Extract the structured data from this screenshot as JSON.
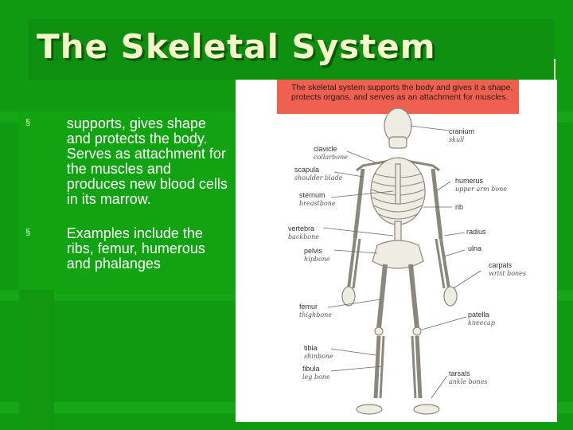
{
  "slide": {
    "title": "The Skeletal System",
    "bullets": [
      {
        "marker": "§",
        "text": "supports, gives shape and protects the body. Serves as attachment for the muscles and produces new blood cells in its marrow."
      },
      {
        "marker": "§",
        "text": "Examples include the ribs, femur, humerous and phalanges"
      }
    ]
  },
  "figure": {
    "caption": "The skeletal system supports the body and gives it a shape, protects organs, and serves as an attachment for muscles.",
    "labels": {
      "cranium": "cranium",
      "cranium_sub": "skull",
      "clavicle": "clavicle",
      "clavicle_sub": "collarbone",
      "scapula": "scapula",
      "scapula_sub": "shoulder blade",
      "humerus": "humerus",
      "humerus_sub": "upper arm bone",
      "sternum": "sternum",
      "sternum_sub": "breastbone",
      "rib": "rib",
      "vertebra": "vertebra",
      "vertebra_sub": "backbone",
      "radius": "radius",
      "pelvis": "pelvis",
      "pelvis_sub": "hipbone",
      "ulna": "ulna",
      "carpals": "carpals",
      "carpals_sub": "wrist bones",
      "femur": "femur",
      "femur_sub": "thighbone",
      "patella": "patella",
      "patella_sub": "kneecap",
      "tibia": "tibia",
      "tibia_sub": "shinbone",
      "fibula": "fibula",
      "fibula_sub": "leg bone",
      "tarsals": "tarsals",
      "tarsals_sub": "ankle bones"
    }
  }
}
